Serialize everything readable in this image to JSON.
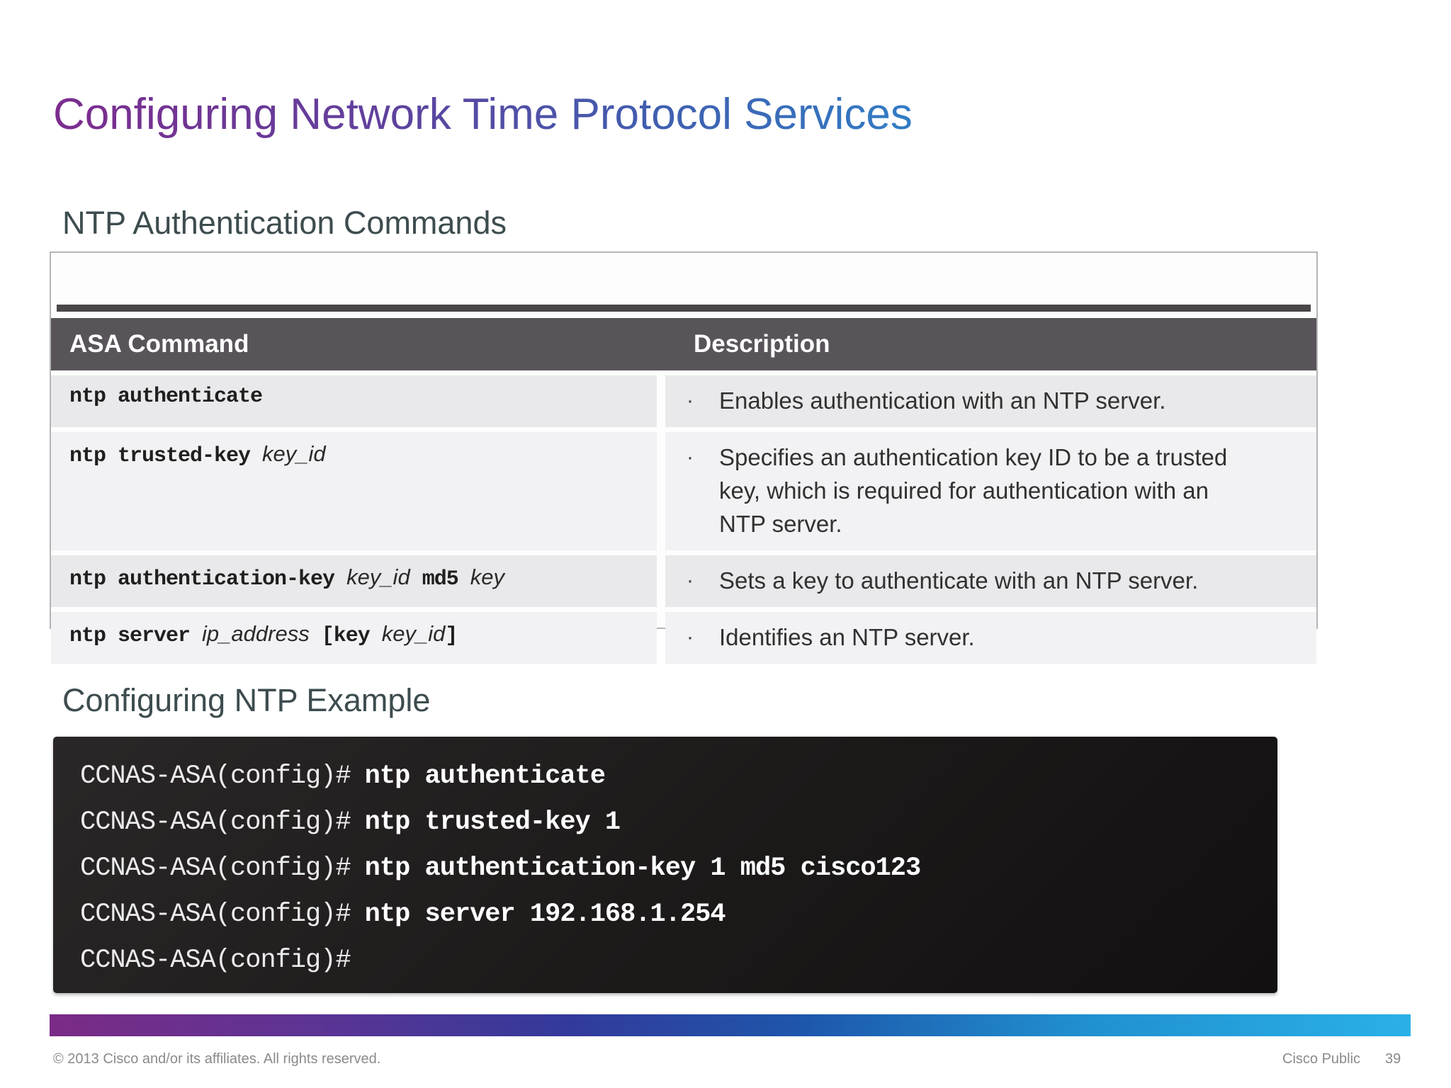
{
  "slide": {
    "title": "Configuring Network Time Protocol Services",
    "section1_heading": "NTP Authentication Commands",
    "section2_heading": "Configuring NTP Example"
  },
  "table": {
    "columns": [
      "ASA Command",
      "Description"
    ],
    "bullet_char": "·",
    "rows": [
      {
        "command_segments": [
          {
            "text": "ntp authenticate",
            "style": "mono"
          }
        ],
        "description": "Enables authentication with an NTP server."
      },
      {
        "command_segments": [
          {
            "text": "ntp trusted-key ",
            "style": "mono"
          },
          {
            "text": "key_id",
            "style": "italic"
          }
        ],
        "description": "Specifies an authentication key ID to be a trusted key, which is required for authentication with an NTP server."
      },
      {
        "command_segments": [
          {
            "text": "ntp authentication-key ",
            "style": "mono"
          },
          {
            "text": "key_id",
            "style": "italic"
          },
          {
            "text": " md5 ",
            "style": "mono"
          },
          {
            "text": "key",
            "style": "italic"
          }
        ],
        "description": "Sets a key to authenticate with an NTP server."
      },
      {
        "command_segments": [
          {
            "text": "ntp server ",
            "style": "mono"
          },
          {
            "text": "ip_address",
            "style": "italic"
          },
          {
            "text": " [key ",
            "style": "mono"
          },
          {
            "text": "key_id",
            "style": "italic"
          },
          {
            "text": "]",
            "style": "mono"
          }
        ],
        "description": "Identifies an NTP server."
      }
    ]
  },
  "terminal": {
    "lines": [
      {
        "prompt": "CCNAS-ASA(config)#",
        "command": "ntp authenticate"
      },
      {
        "prompt": "CCNAS-ASA(config)#",
        "command": "ntp trusted-key 1"
      },
      {
        "prompt": "CCNAS-ASA(config)#",
        "command": "ntp authentication-key 1 md5 cisco123"
      },
      {
        "prompt": "CCNAS-ASA(config)#",
        "command": "ntp server 192.168.1.254"
      },
      {
        "prompt": "CCNAS-ASA(config)#",
        "command": ""
      }
    ]
  },
  "footer": {
    "copyright": "© 2013 Cisco and/or its affiliates. All rights reserved.",
    "classification": "Cisco Public",
    "page_number": "39"
  },
  "colors": {
    "title_gradient_start": "#7c2c8e",
    "title_gradient_end": "#29a9e1",
    "heading_text": "#3d4c4f",
    "table_header_bg": "#59545a",
    "table_rule": "#4b4749",
    "row_bg_a": "#e9e8ea",
    "row_bg_b": "#f2f1f3",
    "terminal_bg": "#1c1919",
    "bar_gradient": [
      "#7b2b87",
      "#5b3494",
      "#333a9b",
      "#1e56ab",
      "#2090d0",
      "#2ab0e6"
    ],
    "footer_text": "#8a8a8a"
  }
}
